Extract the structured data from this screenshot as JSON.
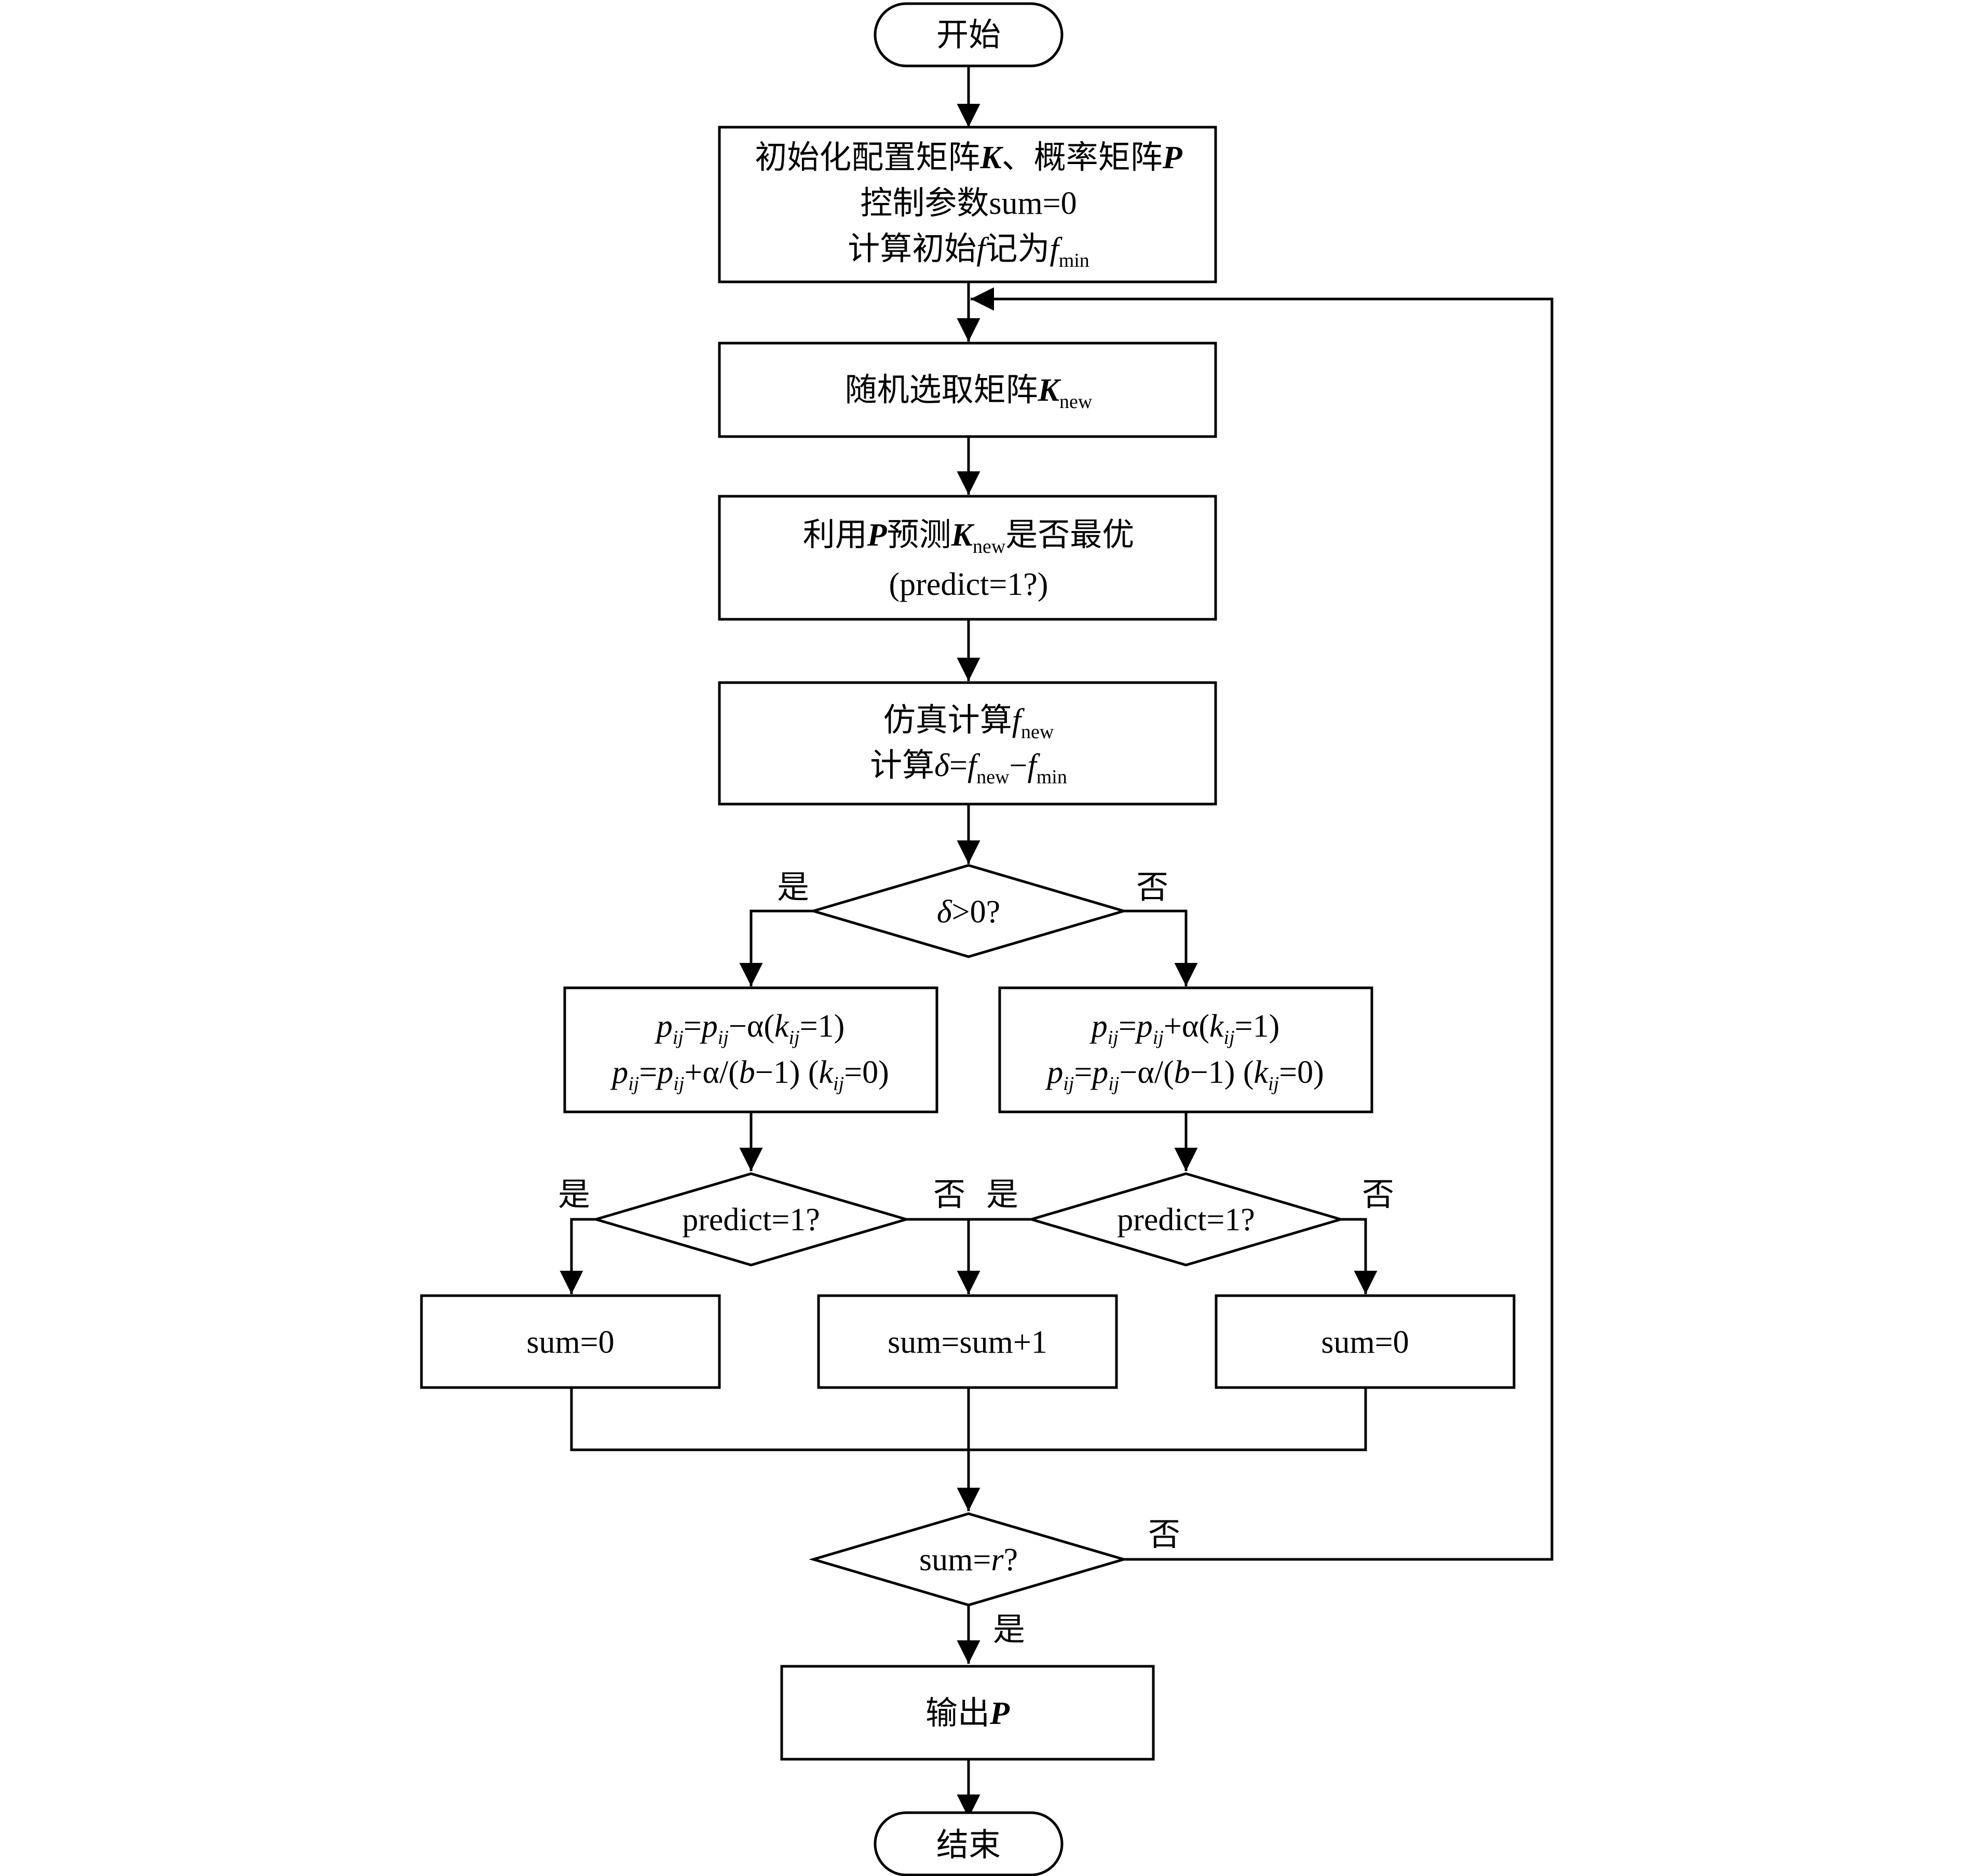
{
  "nodes": {
    "start": "开始",
    "init": {
      "line1_a": "初始化配置矩阵",
      "line1_K": "K",
      "line1_b": "、概率矩阵",
      "line1_P": "P",
      "line2": "控制参数sum=0",
      "line3_a": "计算初始",
      "line3_f": "f",
      "line3_b": "记为",
      "line3_f2": "f",
      "line3_sub": "min"
    },
    "select": {
      "text": "随机选取矩阵",
      "K": "K",
      "sub": "new"
    },
    "predict": {
      "a": "利用",
      "P": "P",
      "b": "预测",
      "K": "K",
      "sub": "new",
      "c": "是否最优",
      "line2": "(predict=1?)"
    },
    "simulate": {
      "line1_a": "仿真计算",
      "line1_f": "f",
      "line1_sub": "new",
      "line2_a": "计算",
      "line2_delta": "δ",
      "line2_eq": "=",
      "line2_f1": "f",
      "line2_sub1": "new",
      "line2_minus": "−",
      "line2_f2": "f",
      "line2_sub2": "min"
    },
    "delta_decision": {
      "delta": "δ",
      "rest": ">0?"
    },
    "update_left": {
      "l1_p": "p",
      "l1_ij": "ij",
      "l1_eq": "=",
      "l1_p2": "p",
      "l1_ij2": "ij",
      "l1_op": "−α(",
      "l1_k": "k",
      "l1_ij3": "ij",
      "l1_tail": "=1)",
      "l2_p": "p",
      "l2_ij": "ij",
      "l2_eq": "=",
      "l2_p2": "p",
      "l2_ij2": "ij",
      "l2_op": "+α/(",
      "l2_b": "b",
      "l2_mid": "−1) (",
      "l2_k": "k",
      "l2_ij3": "ij",
      "l2_tail": "=0)"
    },
    "update_right": {
      "l1_p": "p",
      "l1_ij": "ij",
      "l1_eq": "=",
      "l1_p2": "p",
      "l1_ij2": "ij",
      "l1_op": "+α(",
      "l1_k": "k",
      "l1_ij3": "ij",
      "l1_tail": "=1)",
      "l2_p": "p",
      "l2_ij": "ij",
      "l2_eq": "=",
      "l2_p2": "p",
      "l2_ij2": "ij",
      "l2_op": "−α/(",
      "l2_b": "b",
      "l2_mid": "−1) (",
      "l2_k": "k",
      "l2_ij3": "ij",
      "l2_tail": "=0)"
    },
    "predict_left": "predict=1?",
    "predict_right": "predict=1?",
    "sum_left": "sum=0",
    "sum_mid": "sum=sum+1",
    "sum_right": "sum=0",
    "sum_decision": {
      "a": "sum=",
      "r": "r",
      "q": "?"
    },
    "output": {
      "a": "输出",
      "P": "P"
    },
    "end": "结束"
  },
  "labels": {
    "yes": "是",
    "no": "否"
  }
}
